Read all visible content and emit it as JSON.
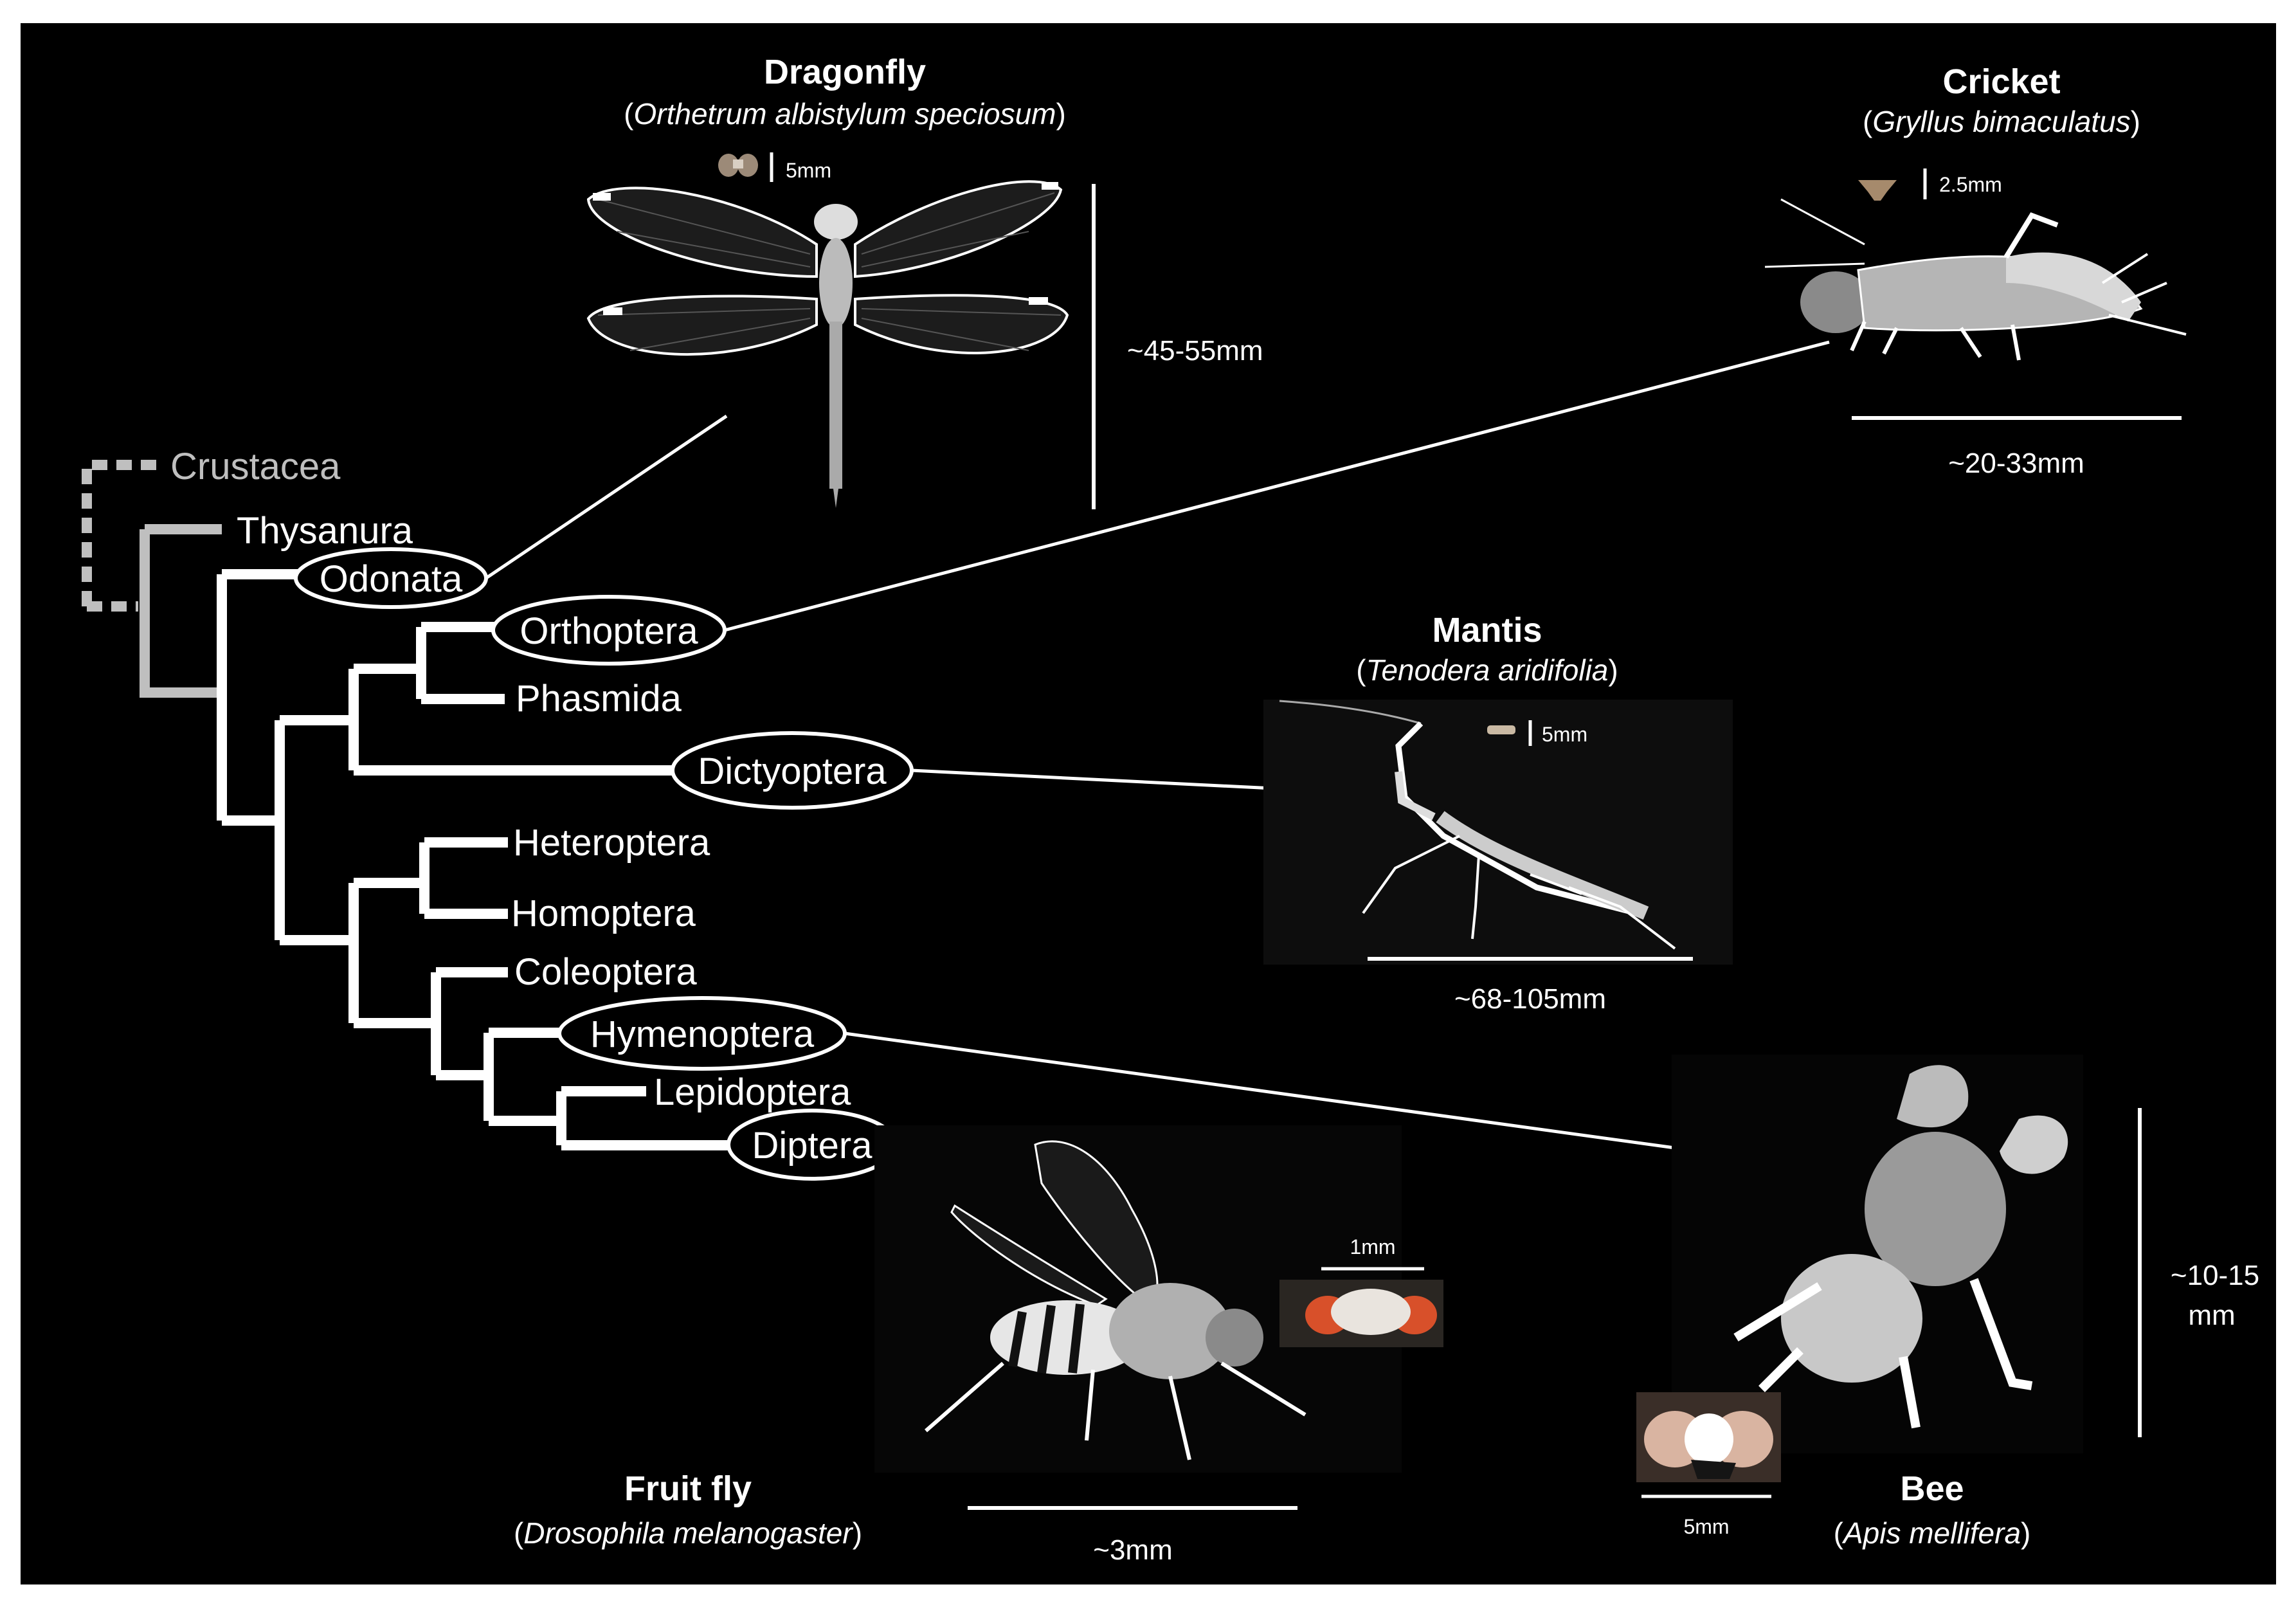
{
  "tree": {
    "outgroup": "Crustacea",
    "taxa": [
      "Thysanura",
      "Odonata",
      "Orthoptera",
      "Phasmida",
      "Dictyoptera",
      "Heteroptera",
      "Homoptera",
      "Coleoptera",
      "Hymenoptera",
      "Lepidoptera",
      "Diptera"
    ],
    "highlighted": [
      "Odonata",
      "Orthoptera",
      "Dictyoptera",
      "Hymenoptera",
      "Diptera"
    ]
  },
  "species": {
    "dragonfly": {
      "name": "Dragonfly",
      "latin": "Orthetrum albistylum speciosum",
      "brain_scale": "5mm",
      "body_size": "~45-55mm"
    },
    "cricket": {
      "name": "Cricket",
      "latin": "Gryllus bimaculatus",
      "brain_scale": "2.5mm",
      "body_size": "~20-33mm"
    },
    "mantis": {
      "name": "Mantis",
      "latin": "Tenodera aridifolia",
      "brain_scale": "5mm",
      "body_size": "~68-105mm"
    },
    "fruitfly": {
      "name": "Fruit fly",
      "latin": "Drosophila melanogaster",
      "brain_scale": "1mm",
      "body_size": "~3mm"
    },
    "bee": {
      "name": "Bee",
      "latin": "Apis mellifera",
      "brain_scale": "5mm",
      "body_size_line1": "~10-15",
      "body_size_line2": "mm"
    }
  },
  "colors": {
    "background": "#000000",
    "foreground": "#ffffff",
    "outgroup_gray": "#bfbfbf",
    "brain_orange": "#d8502a"
  }
}
